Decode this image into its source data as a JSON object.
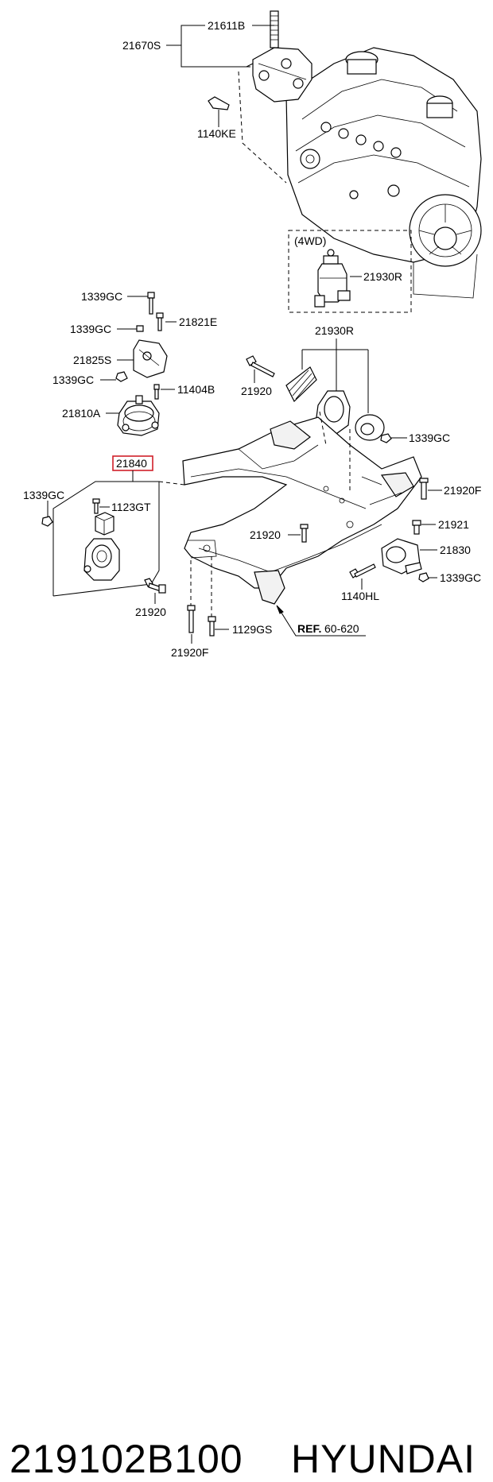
{
  "diagram": {
    "labels": {
      "l21611B": "21611B",
      "l21670S": "21670S",
      "l1140KE": "1140KE",
      "l4wd": "(4WD)",
      "l21930R_a": "21930R",
      "l1339GC_a": "1339GC",
      "l21821E": "21821E",
      "l1339GC_b": "1339GC",
      "l21825S": "21825S",
      "l1339GC_c": "1339GC",
      "l11404B": "11404B",
      "l21810A": "21810A",
      "l21930R_b": "21930R",
      "l21920_a": "21920",
      "l1339GC_d": "1339GC",
      "l21840": "21840",
      "l1339GC_e": "1339GC",
      "l1123GT": "1123GT",
      "l21920F_a": "21920F",
      "l21920_b": "21920",
      "l21921": "21921",
      "l21830": "21830",
      "l1339GC_f": "1339GC",
      "l1140HL": "1140HL",
      "l21920_c": "21920",
      "l1129GS": "1129GS",
      "l21920F_b": "21920F",
      "ref_bold": "REF.",
      "ref_num": "60-620"
    },
    "highlight_color": "#d0202a"
  },
  "caption": {
    "part_number": "219102B100",
    "brand": "HYUNDAI"
  }
}
